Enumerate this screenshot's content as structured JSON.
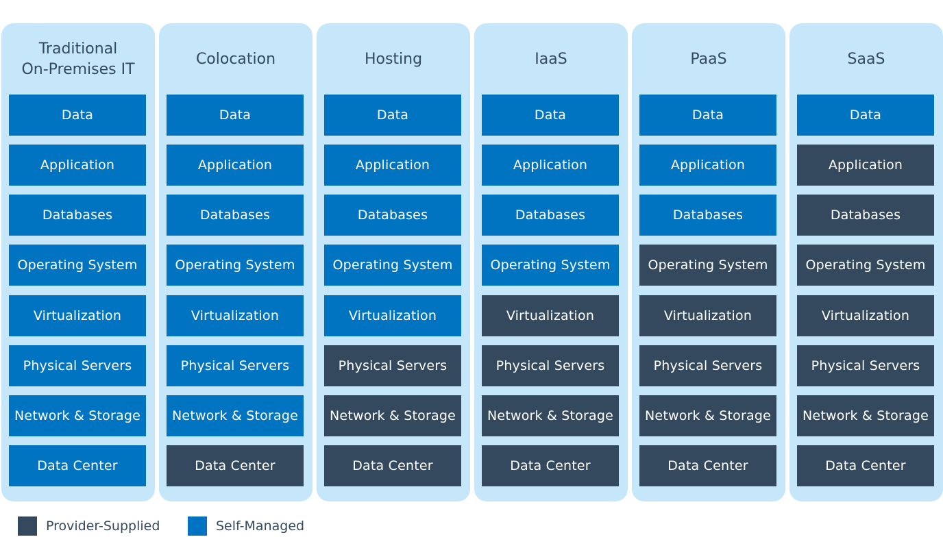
{
  "colors": {
    "self_managed": "#0074c1",
    "provider_supplied": "#34495e",
    "column_background": "#c6e6f9",
    "title_text": "#34495e"
  },
  "layers": [
    "Data",
    "Application",
    "Databases",
    "Operating System",
    "Virtualization",
    "Physical Servers",
    "Network & Storage",
    "Data Center"
  ],
  "columns": [
    {
      "title": "Traditional\nOn-Premises IT",
      "provider_supplied_count": 0
    },
    {
      "title": "Colocation",
      "provider_supplied_count": 1
    },
    {
      "title": "Hosting",
      "provider_supplied_count": 3
    },
    {
      "title": "IaaS",
      "provider_supplied_count": 4
    },
    {
      "title": "PaaS",
      "provider_supplied_count": 5
    },
    {
      "title": "SaaS",
      "provider_supplied_count": 7
    }
  ],
  "legend": {
    "provider_supplied": "Provider-Supplied",
    "self_managed": "Self-Managed"
  }
}
